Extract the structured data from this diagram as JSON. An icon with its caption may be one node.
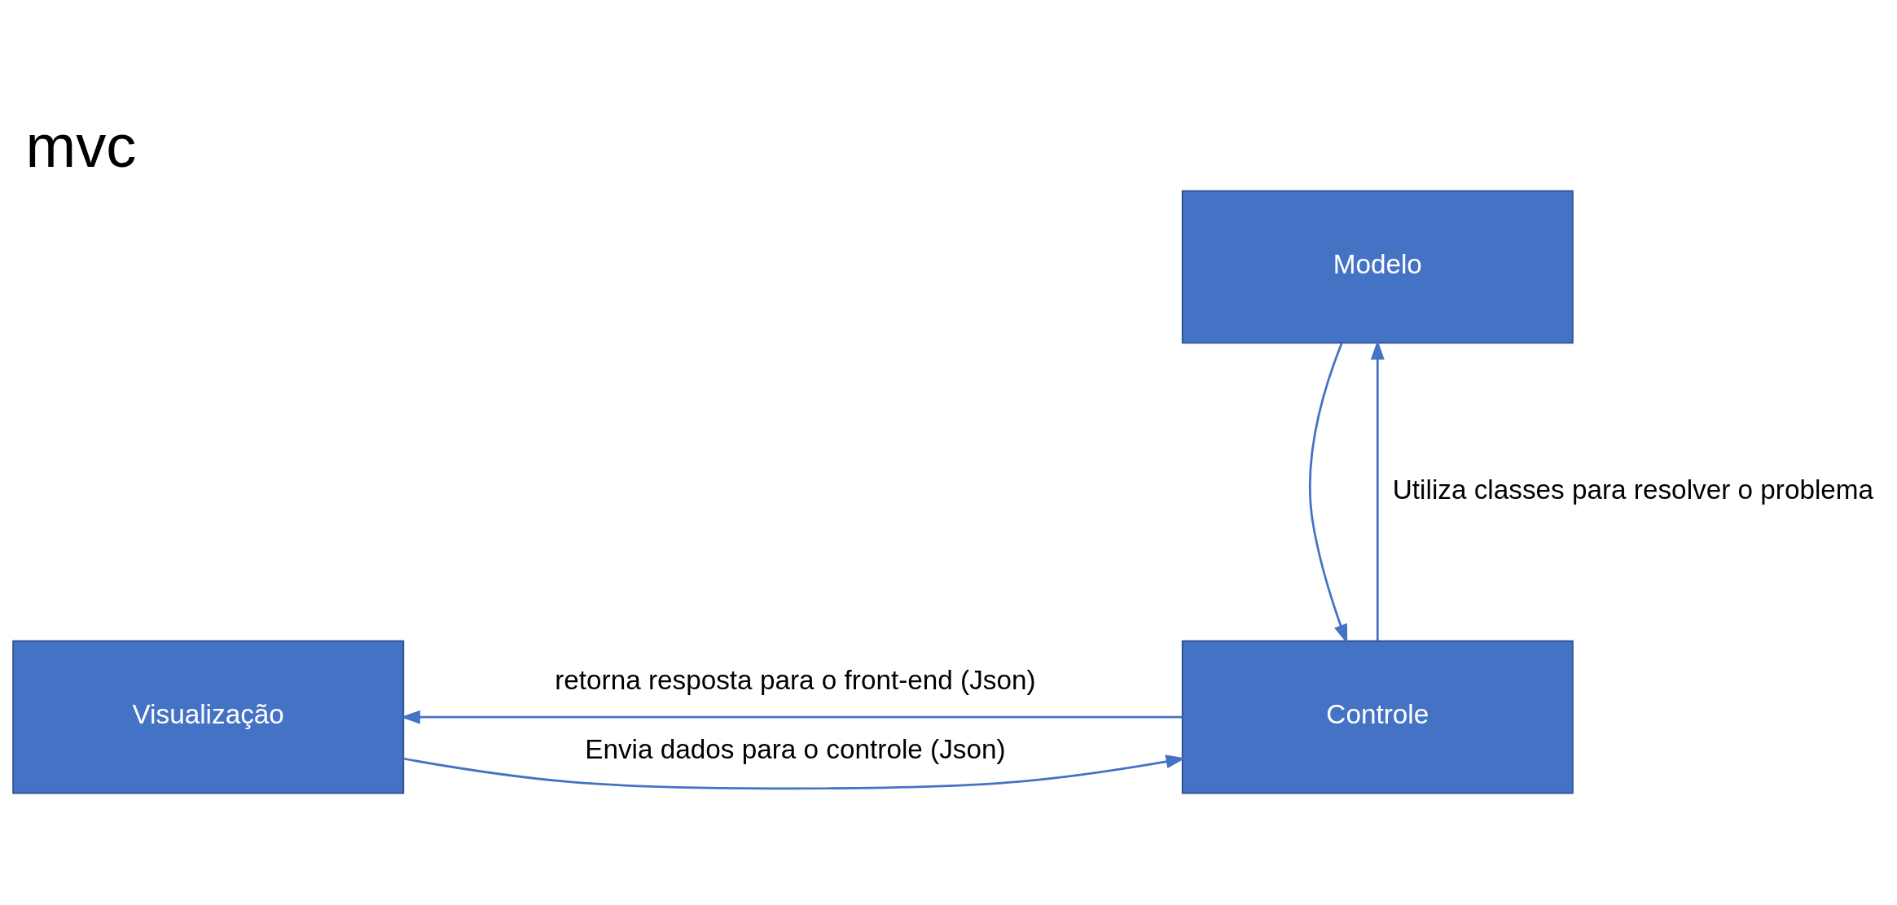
{
  "diagram": {
    "title": "mvc",
    "nodes": [
      {
        "text": [
          "Modelo"
        ]
      },
      {
        "text": [
          "Visualização"
        ]
      },
      {
        "text": [
          "Controle"
        ]
      }
    ],
    "edges": [
      {
        "from": 2,
        "to": 0,
        "arrow": "to",
        "label": "Utiliza classes para resolver o problema"
      },
      {
        "from": 0,
        "to": 2,
        "arrow": "to"
      },
      {
        "from": 2,
        "to": 1,
        "arrow": "to",
        "label": "retorna resposta para o front-end (Json)"
      },
      {
        "from": 1,
        "to": 2,
        "arrow": "to",
        "label": "Envia dados para o controle (Json)"
      }
    ]
  }
}
